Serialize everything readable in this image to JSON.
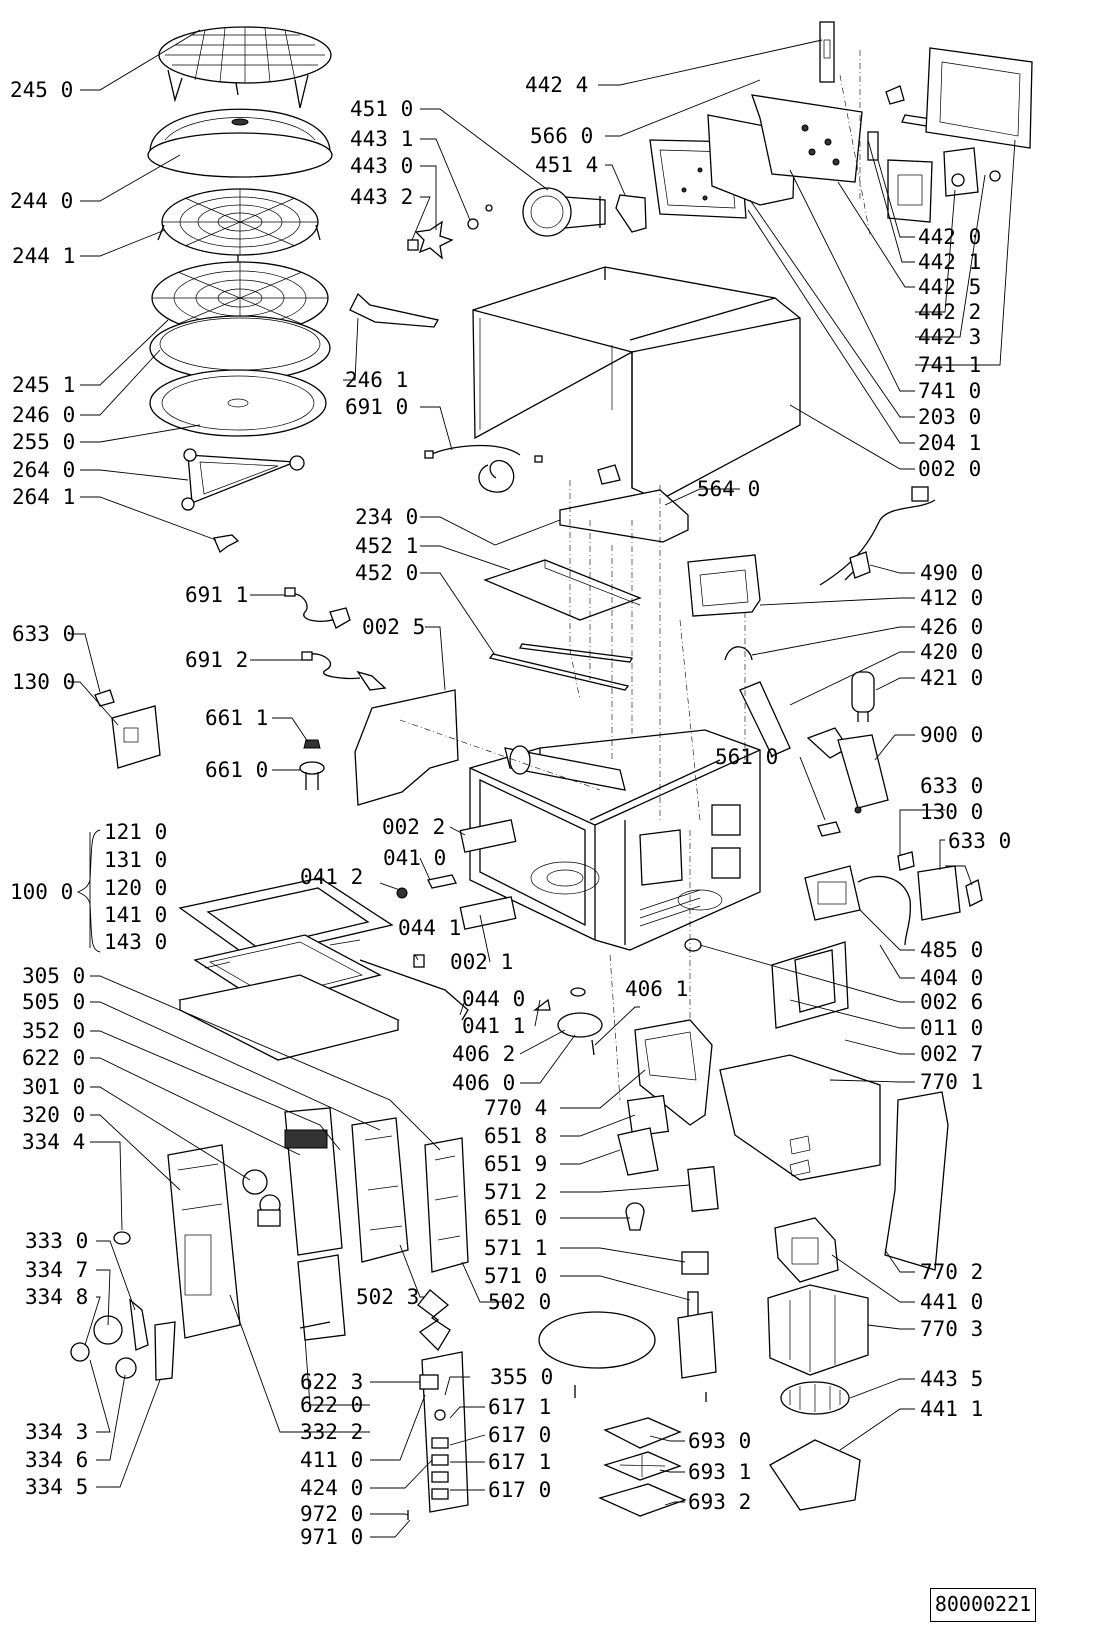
{
  "document_code": "80000221",
  "group_label": "100 0",
  "group_members": [
    "121 0",
    "131 0",
    "120 0",
    "141 0",
    "143 0"
  ],
  "callouts": [
    "245 0",
    "244 0",
    "244 1",
    "245 1",
    "246 0",
    "255 0",
    "264 0",
    "264 1",
    "451 0",
    "443 1",
    "443 0",
    "443 2",
    "566 0",
    "451 4",
    "442 4",
    "442 0",
    "442 1",
    "442 5",
    "442 2",
    "442 3",
    "741 1",
    "741 0",
    "203 0",
    "204 1",
    "002 0",
    "246 1",
    "691 0",
    "564 0",
    "234 0",
    "452 1",
    "452 0",
    "691 1",
    "691 2",
    "002 5",
    "633 0",
    "130 0",
    "661 1",
    "661 0",
    "490 0",
    "412 0",
    "426 0",
    "420 0",
    "421 0",
    "900 0",
    "561 0",
    "633 0",
    "130 0",
    "633 0",
    "002 2",
    "041 0",
    "041 2",
    "044 1",
    "002 1",
    "044 0",
    "041 1",
    "406 1",
    "406 2",
    "406 0",
    "485 0",
    "404 0",
    "002 6",
    "011 0",
    "002 7",
    "770 1",
    "305 0",
    "505 0",
    "352 0",
    "622 0",
    "301 0",
    "320 0",
    "334 4",
    "770 4",
    "651 8",
    "651 9",
    "571 2",
    "651 0",
    "571 1",
    "571 0",
    "333 0",
    "334 7",
    "334 8",
    "502 3",
    "502 0",
    "770 2",
    "441 0",
    "770 3",
    "622 3",
    "622 0",
    "355 0",
    "443 5",
    "441 1",
    "617 1",
    "617 0",
    "617 1",
    "617 0",
    "332 2",
    "411 0",
    "424 0",
    "972 0",
    "971 0",
    "334 3",
    "334 6",
    "334 5",
    "693 0",
    "693 1",
    "693 2"
  ]
}
